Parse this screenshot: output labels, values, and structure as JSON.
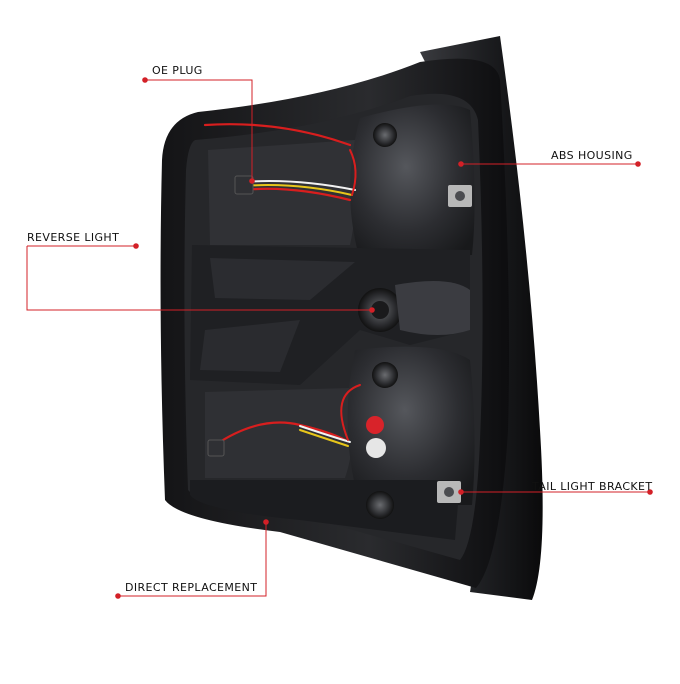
{
  "product_image": {
    "subject": "tail-light-housing-rear-view",
    "colors": {
      "housing": "#1c1c1e",
      "housing_inner": "#2c2d30",
      "wire_red": "#d81e1e",
      "wire_yellow": "#e8c61a",
      "wire_white": "#f2f2f2",
      "callout": "#d32027",
      "clip_metal": "#b8b8b8"
    }
  },
  "callouts": {
    "oe_plug": "OE PLUG",
    "abs_housing": "ABS HOUSING",
    "reverse_light": "REVERSE LIGHT",
    "tail_light_bracket": "TAIL LIGHT BRACKET",
    "direct_replacement": "DIRECT REPLACEMENT"
  }
}
